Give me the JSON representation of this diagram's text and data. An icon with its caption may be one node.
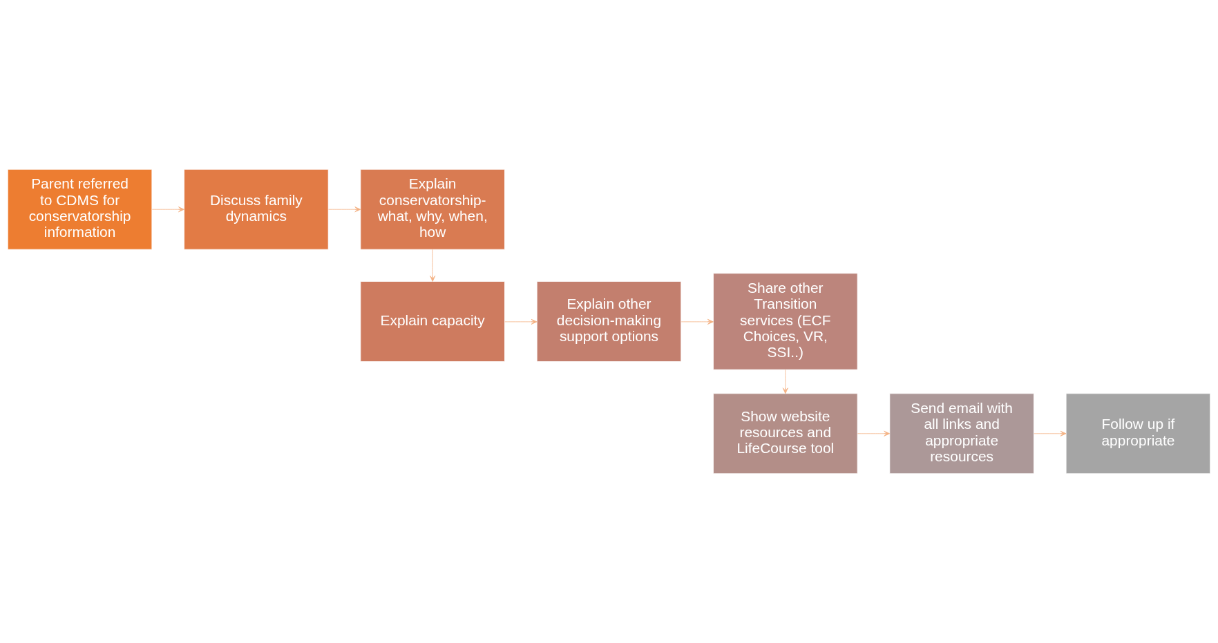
{
  "diagram": {
    "nodes": [
      {
        "text": [
          "Parent referred to CDMS for conservatorship information"
        ]
      },
      {
        "text": [
          "Discuss family dynamics"
        ]
      },
      {
        "text": [
          "Explain conservatorship- what, why, when, how"
        ]
      },
      {
        "text": [
          "Explain capacity"
        ]
      },
      {
        "text": [
          "Explain other decision-making support options"
        ]
      },
      {
        "text": [
          "Share other Transition services (ECF Choices, VR, SSI..)"
        ]
      },
      {
        "text": [
          "Show website resources and LifeCourse tool"
        ]
      },
      {
        "text": [
          "Send email with all links and appropriate resources"
        ]
      },
      {
        "text": [
          "Follow up if appropriate"
        ]
      }
    ],
    "edges": [
      {
        "from": 0,
        "to": 1,
        "arrow": "to"
      },
      {
        "from": 1,
        "to": 2,
        "arrow": "to"
      },
      {
        "from": 2,
        "to": 3,
        "arrow": "to"
      },
      {
        "from": 3,
        "to": 4,
        "arrow": "to"
      },
      {
        "from": 4,
        "to": 5,
        "arrow": "to"
      },
      {
        "from": 5,
        "to": 6,
        "arrow": "to"
      },
      {
        "from": 6,
        "to": 7,
        "arrow": "to"
      },
      {
        "from": 7,
        "to": 8,
        "arrow": "to"
      }
    ]
  }
}
